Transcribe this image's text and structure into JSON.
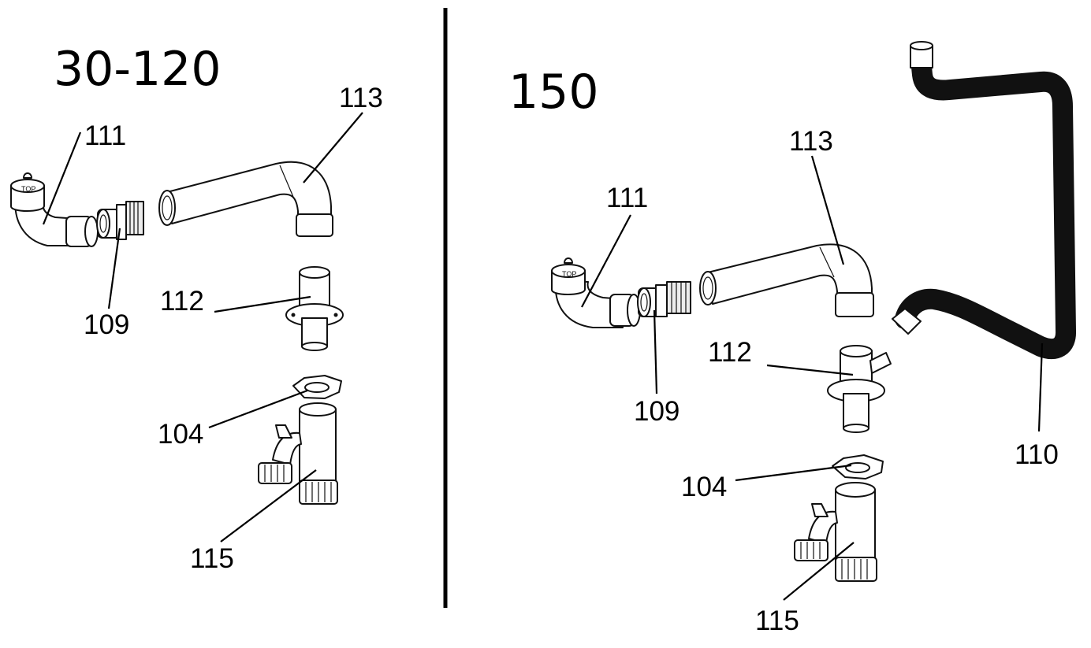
{
  "panels": {
    "left": {
      "title": "30-120"
    },
    "right": {
      "title": "150"
    }
  },
  "callouts": {
    "left": {
      "p111": "111",
      "p113": "113",
      "p109": "109",
      "p112": "112",
      "p104": "104",
      "p115": "115"
    },
    "right": {
      "p111": "111",
      "p113": "113",
      "p109": "109",
      "p112": "112",
      "p104": "104",
      "p115": "115",
      "p110": "110"
    }
  },
  "parts": {
    "elbow_marking": "TOP"
  }
}
